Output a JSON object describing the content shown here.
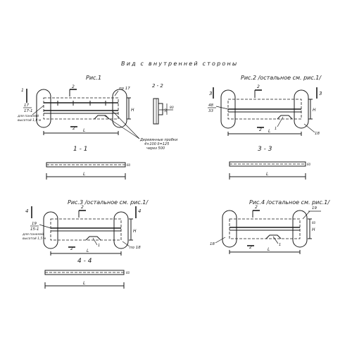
{
  "sheet": {
    "title": "Вид с внутренней стороны"
  },
  "fig1": {
    "title": "Рис.1",
    "mark_level": "17",
    "mark_sub": "17-1",
    "note_line1": "для панелей",
    "note_line2": "высотой 1,8 м",
    "mark_right": "по 17",
    "dim_gap": "2",
    "dim_len": "L",
    "dim_h": "H",
    "section_label": "2 - 2",
    "section_dim_a": "30",
    "section_dim_b": "80",
    "plug_line1": "Деревянные пробки",
    "plug_line2": "4×100  δ=125",
    "plug_line3": "через 500",
    "section_view_label": "1 - 1",
    "bar_dim": "L",
    "bar_thickness": "60"
  },
  "fig2": {
    "title": "Рис.2 /остальное см. рис.1/",
    "cut_left": "3",
    "cut_right": "3",
    "mark_a": "48",
    "mark_b": "33",
    "mark_right": "18",
    "dim_gap": "2",
    "dim_gap2": "2",
    "dim_len": "L",
    "dim_h": "H",
    "section_view_label": "3 - 3",
    "bar_dim": "L",
    "bar_thickness": "60"
  },
  "fig3": {
    "title": "Рис.3 /остальное см. рис.1/",
    "cut_left": "4",
    "cut_right": "4",
    "mark_level": "19",
    "mark_sub": "15-1",
    "note_line1": "для панелей",
    "note_line2": "высотой 1,5 м",
    "mark_right": "по 18",
    "dim_gap": "2",
    "dim_gap2": "1",
    "dim_len": "L",
    "dim_h": "H",
    "section_view_label": "4 - 4",
    "bar_dim": "L",
    "bar_thickness": "60"
  },
  "fig4": {
    "title": "Рис.4 /остальное см. рис.1/",
    "mark_left": "18",
    "mark_right": "19",
    "dim_gap": "2",
    "dim_gap2": "1",
    "dim_len": "L",
    "dim_h": "H",
    "bar_thickness": "60"
  }
}
